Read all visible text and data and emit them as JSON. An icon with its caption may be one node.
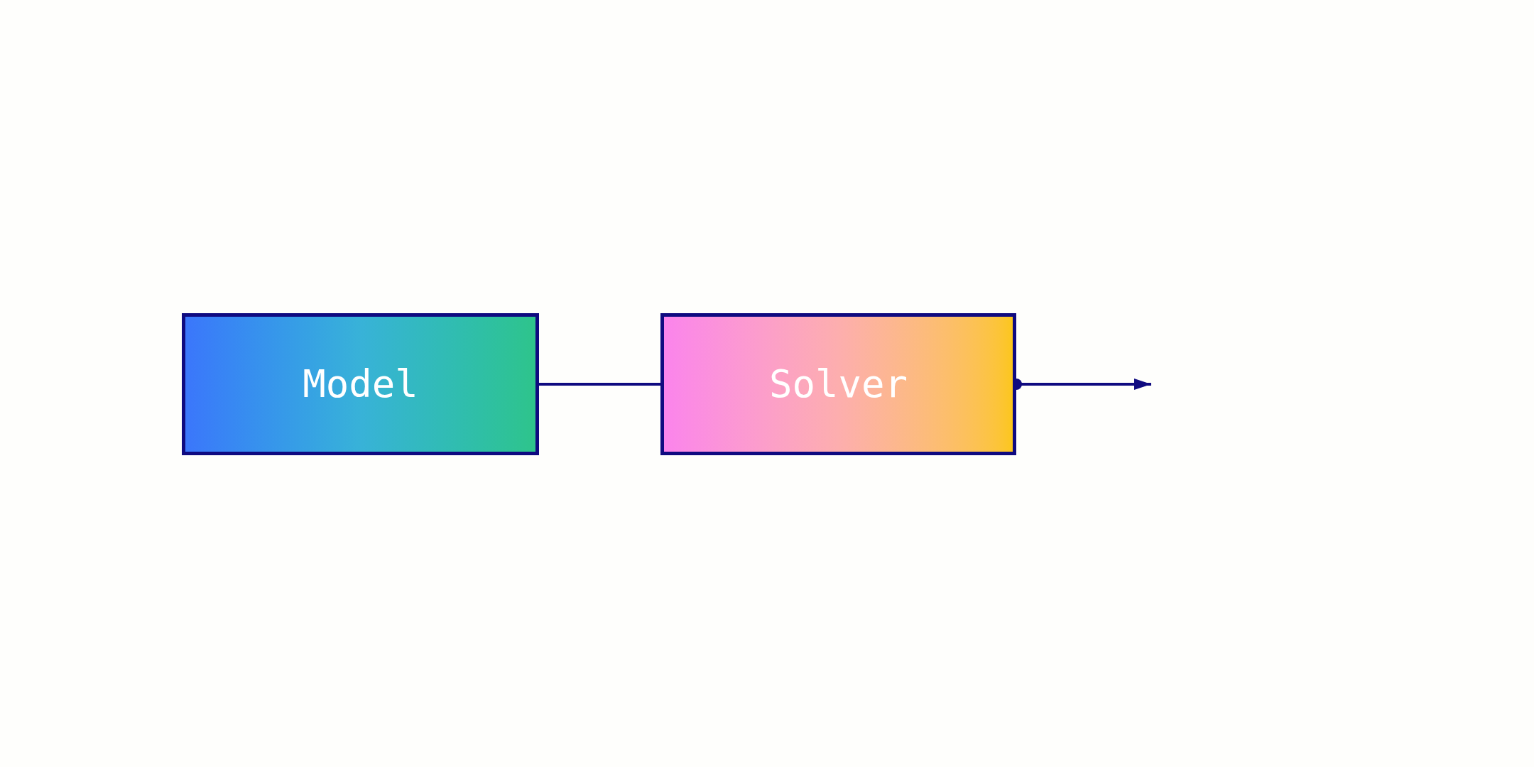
{
  "diagram": {
    "nodes": [
      {
        "text": [
          "Model"
        ]
      },
      {
        "text": [
          "Solver"
        ]
      }
    ],
    "edges": [
      {
        "from": 0,
        "to": 1,
        "arrow": "none"
      },
      {
        "from": 1,
        "to": null,
        "arrow": "to"
      }
    ]
  }
}
